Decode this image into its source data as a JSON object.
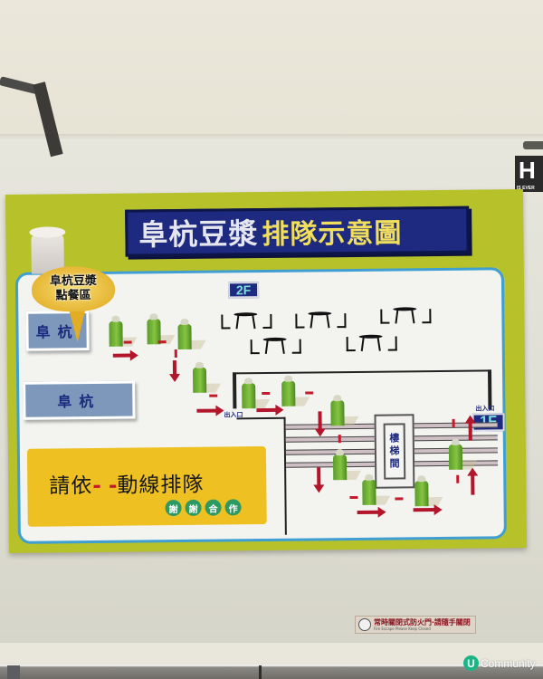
{
  "scene": {
    "description": "Wall-mounted queue diagram poster photographed in a restaurant"
  },
  "poster": {
    "title_part1": "阜杭豆漿",
    "title_part2": "排隊示意圖",
    "order_bubble_line1": "阜杭豆漿",
    "order_bubble_line2": "點餐區",
    "counter_upper": "阜杭",
    "counter_lower": "阜杭",
    "floor_2f": "2F",
    "floor_1f": "1F",
    "exit_label_left": "出入口",
    "exit_label_right": "出入口",
    "stairwell_chars": [
      "樓",
      "梯",
      "間"
    ],
    "notice_before": "請依",
    "notice_dash": "- -",
    "notice_after": "動線排隊",
    "thanks_badges": [
      "謝",
      "謝",
      "合",
      "作"
    ]
  },
  "wall": {
    "h_sign_letter": "H",
    "h_sign_small": "IS EVER"
  },
  "fire_sign": {
    "zh": "常時關閉式防火門‧請隨手關閉",
    "en": "Fire Escape Please Keep Closed"
  },
  "watermark": {
    "logo_letter": "U",
    "brand": "Community"
  },
  "colors": {
    "poster_green": "#b7c12a",
    "title_navy": "#1d2a80",
    "title_yellow": "#f0de5c",
    "arrow_red": "#b3152a",
    "notice_yellow": "#eec021",
    "counter_blue": "#7d98bb",
    "border_blue": "#3f9fd3",
    "watermark_green": "#1bb585"
  }
}
